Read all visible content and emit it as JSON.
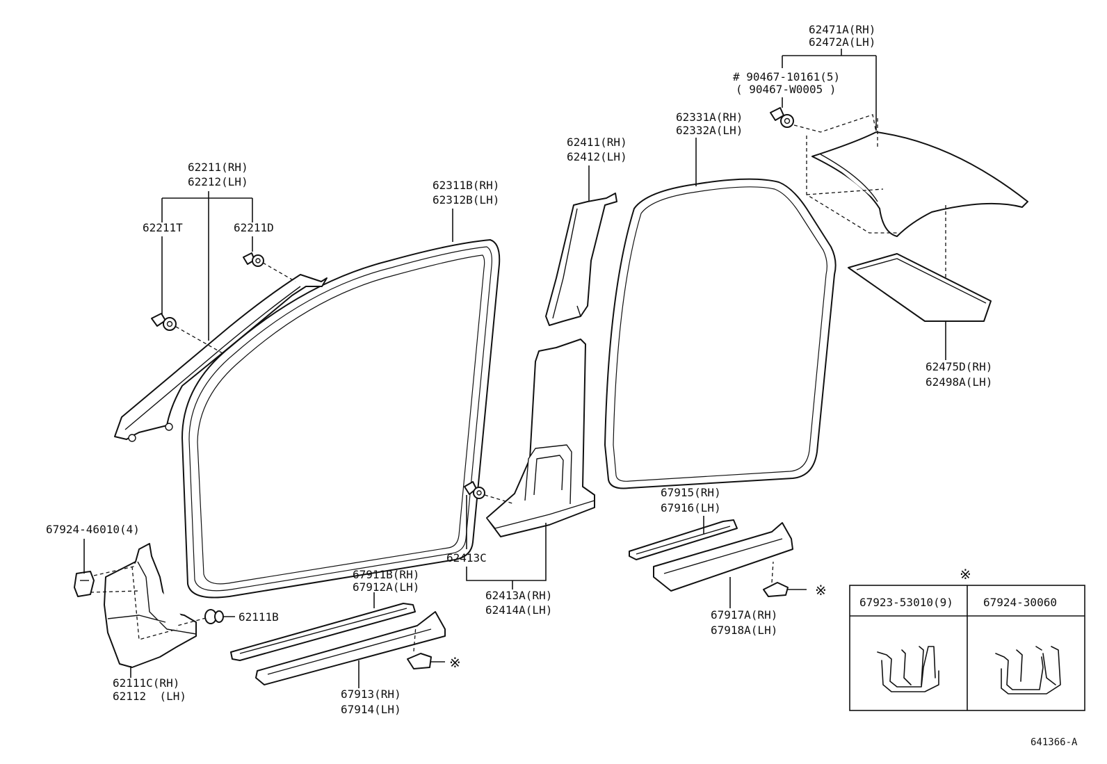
{
  "diagram_id": "641366-A",
  "note_symbol": "※",
  "callouts": {
    "c_62471": [
      "62471A(RH)",
      "62472A(LH)"
    ],
    "c_90467": [
      "# 90467-10161(5)",
      "( 90467-W0005 )"
    ],
    "c_62331": [
      "62331A(RH)",
      "62332A(LH)"
    ],
    "c_62411": [
      "62411(RH)",
      "62412(LH)"
    ],
    "c_62311": [
      "62311B(RH)",
      "62312B(LH)"
    ],
    "c_62211": [
      "62211(RH)",
      "62212(LH)"
    ],
    "c_62211T": [
      "62211T"
    ],
    "c_62211D": [
      "62211D"
    ],
    "c_62475": [
      "62475D(RH)",
      "62498A(LH)"
    ],
    "c_67915": [
      "67915(RH)",
      "67916(LH)"
    ],
    "c_67924_46010": [
      "67924-46010(4)"
    ],
    "c_62413C": [
      "62413C"
    ],
    "c_62413A": [
      "62413A(RH)",
      "62414A(LH)"
    ],
    "c_67911": [
      "67911B(RH)",
      "67912A(LH)"
    ],
    "c_62111B": [
      "62111B"
    ],
    "c_62111C": [
      "62111C(RH)",
      "62112  (LH)"
    ],
    "c_67913": [
      "67913(RH)",
      "67914(LH)"
    ],
    "c_67917": [
      "67917A(RH)",
      "67918A(LH)"
    ]
  },
  "clip_table": {
    "headers": [
      "67923-53010(9)",
      "67924-30060"
    ]
  }
}
